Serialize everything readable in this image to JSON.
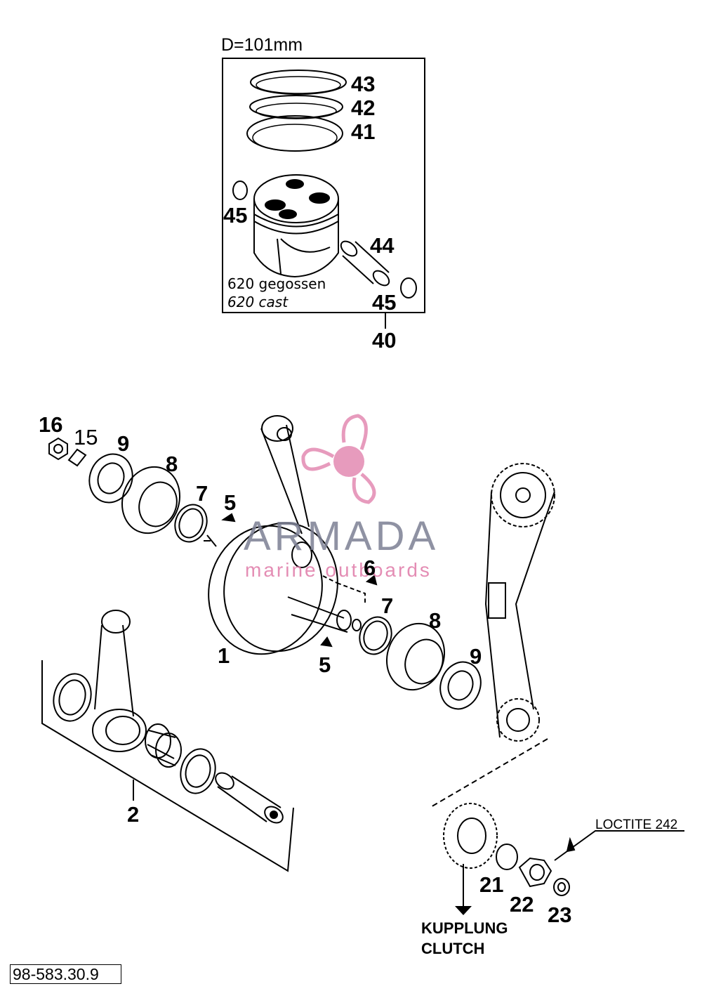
{
  "header": {
    "diameter": "D=101mm"
  },
  "piston_box": {
    "note_1": "620 gegossen",
    "note_2": "620 cast",
    "assembly_number": "40"
  },
  "callouts": {
    "p43": "43",
    "p42": "42",
    "p41": "41",
    "p45a": "45",
    "p44": "44",
    "p45b": "45",
    "p16": "16",
    "p15": "15",
    "p9a": "9",
    "p8a": "8",
    "p7a": "7",
    "p5a": "5",
    "p6": "6",
    "p7b": "7",
    "p8b": "8",
    "p9b": "9",
    "p5b": "5",
    "p1": "1",
    "p2": "2",
    "p21": "21",
    "p22": "22",
    "p23": "23"
  },
  "annotations": {
    "loctite": "LOCTITE 242",
    "kupplung": "KUPPLUNG",
    "clutch": "CLUTCH"
  },
  "footer": {
    "drawing_number": "98-583.30.9"
  },
  "watermark": {
    "title": "ARMADA",
    "subtitle": "marine outboards"
  },
  "colors": {
    "line": "#000000",
    "watermark_pink": "#e07aa8",
    "watermark_grey": "#7c7f93"
  }
}
